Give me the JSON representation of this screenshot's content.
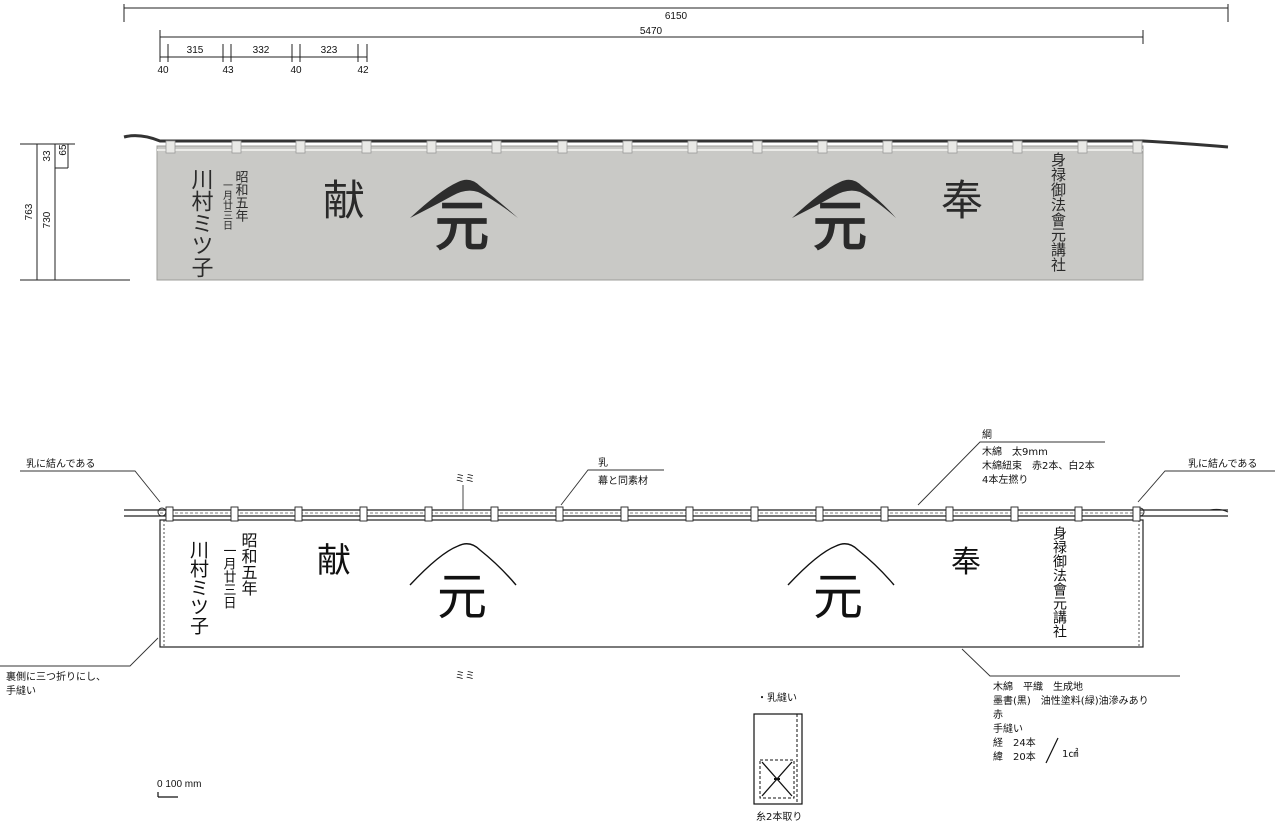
{
  "dimensions": {
    "overall_width": "6150",
    "body_width": "5470",
    "segments": [
      "315",
      "332",
      "323"
    ],
    "gaps": [
      "40",
      "43",
      "40",
      "42"
    ],
    "height_total": "763",
    "height_body": "730",
    "height_top_a": "33",
    "height_top_b": "65"
  },
  "cloth": {
    "right_kanji": "奉",
    "left_kanji": "献",
    "emblem_char": "元",
    "shrine_name": "身禄御法會元講社",
    "date_line1": "昭和五年",
    "date_line2": "一月廿三日",
    "donor_name": "川村ミツ子"
  },
  "drawing_cloth": {
    "right_kanji": "奉",
    "left_kanji": "献",
    "emblem_char": "元",
    "shrine_name": "身禄御法會元講社",
    "date_line1": "昭和五年",
    "date_line2": "一月廿三日",
    "donor_name": "川村ミツ子"
  },
  "annotations": {
    "tied_left": "乳に結んである",
    "tied_right": "乳に結んである",
    "mimi_top": "ミミ",
    "mimi_bottom": "ミミ",
    "chi_title": "乳",
    "chi_material": "幕と同素材",
    "rope_title": "綱",
    "rope_line1": "木綿　太9mm",
    "rope_line2": "木綿紐束　赤2本、白2本",
    "rope_line3": "4本左撚り",
    "hem_line1": "裏側に三つ折りにし、",
    "hem_line2": "手縫い",
    "fabric_line1": "木綿　平織　生成地",
    "fabric_line2": "墨書(黒)　油性塗料(緑)油滲みあり",
    "fabric_line3": "赤",
    "fabric_line4": "手縫い",
    "fabric_line5": "経　24本",
    "fabric_line6": "緯　20本",
    "fabric_unit": "1㎠",
    "stitch_title": "・乳縫い",
    "stitch_caption": "糸2本取り"
  },
  "scale": {
    "label": "0  100  mm"
  }
}
